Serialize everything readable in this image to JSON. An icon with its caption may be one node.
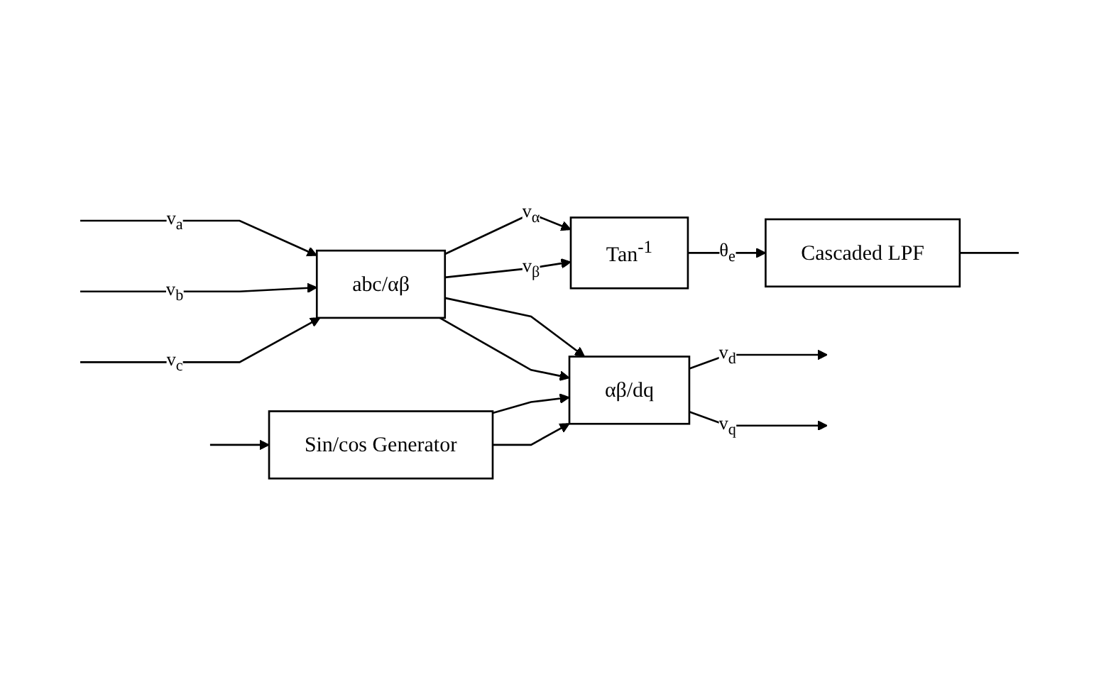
{
  "diagram": {
    "nodes": [
      {
        "text": [
          "abc/αβ"
        ]
      },
      {
        "text": [
          "Tan$^{-1}$"
        ]
      },
      {
        "text": [
          "Cascaded LPF"
        ]
      },
      {
        "text": [
          "αβ/dq"
        ]
      },
      {
        "text": [
          "Sin/cos Generator"
        ]
      }
    ],
    "edges": [
      {
        "from": null,
        "to": 0,
        "arrow": "to",
        "label": "v$_{a}$"
      },
      {
        "from": null,
        "to": 0,
        "arrow": "to",
        "label": "v$_{b}$"
      },
      {
        "from": null,
        "to": 0,
        "arrow": "to",
        "label": "v$_{c}$"
      },
      {
        "from": 0,
        "to": 1,
        "arrow": "to",
        "label": "v$_{α}$"
      },
      {
        "from": 0,
        "to": 1,
        "arrow": "to",
        "label": "v$_{β}$"
      },
      {
        "from": 0,
        "to": 3,
        "arrow": "to"
      },
      {
        "from": 0,
        "to": 3,
        "arrow": "to"
      },
      {
        "from": 1,
        "to": 2,
        "arrow": "to",
        "label": "θ$_{e}$"
      },
      {
        "from": 2,
        "to": null,
        "arrow": "none"
      },
      {
        "from": null,
        "to": 4,
        "arrow": "to"
      },
      {
        "from": 4,
        "to": 3,
        "arrow": "to"
      },
      {
        "from": 4,
        "to": 3,
        "arrow": "to"
      },
      {
        "from": 3,
        "to": null,
        "arrow": "to",
        "label": "v$_{d}$"
      },
      {
        "from": 3,
        "to": null,
        "arrow": "to",
        "label": "v$_{q}$"
      }
    ]
  }
}
